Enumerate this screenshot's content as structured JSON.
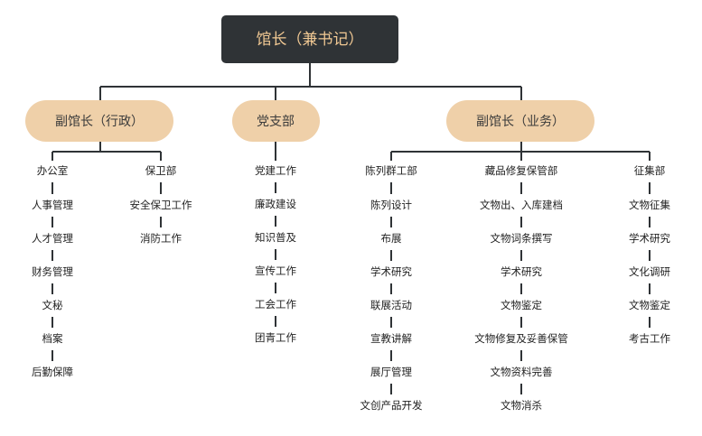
{
  "root": {
    "label": "馆长（兼书记）"
  },
  "level1": [
    {
      "label": "副馆长（行政）"
    },
    {
      "label": "党支部"
    },
    {
      "label": "副馆长（业务）"
    }
  ],
  "admin_columns": [
    {
      "header": "办公室",
      "items": [
        "人事管理",
        "人才管理",
        "财务管理",
        "文秘",
        "档案",
        "后勤保障"
      ]
    },
    {
      "header": "保卫部",
      "items": [
        "安全保卫工作",
        "消防工作"
      ]
    }
  ],
  "party_column": {
    "items": [
      "党建工作",
      "廉政建设",
      "知识普及",
      "宣传工作",
      "工会工作",
      "团青工作"
    ]
  },
  "business_columns": [
    {
      "header": "陈列群工部",
      "items": [
        "陈列设计",
        "布展",
        "学术研究",
        "联展活动",
        "宣教讲解",
        "展厅管理",
        "文创产品开发"
      ]
    },
    {
      "header": "藏品修复保管部",
      "items": [
        "文物出、入库建档",
        "文物词条撰写",
        "学术研究",
        "文物鉴定",
        "文物修复及妥善保管",
        "文物资料完善",
        "文物消杀"
      ]
    },
    {
      "header": "征集部",
      "items": [
        "文物征集",
        "学术研究",
        "文化调研",
        "文物鉴定",
        "考古工作"
      ]
    }
  ]
}
